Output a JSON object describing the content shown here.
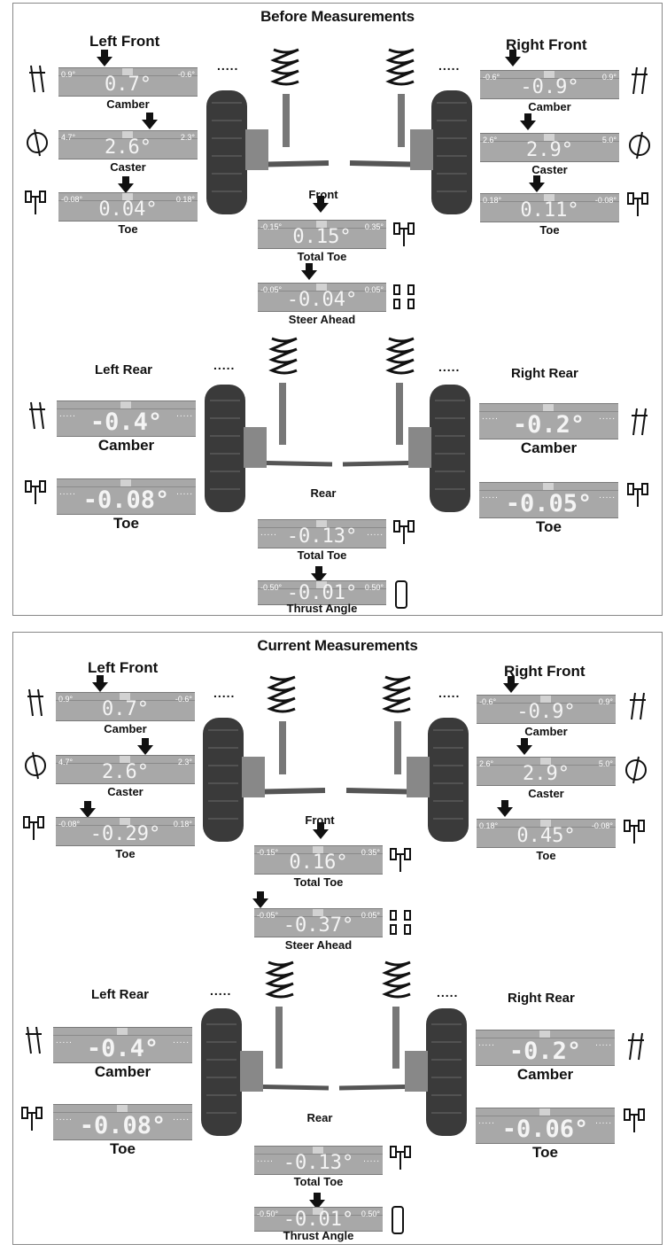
{
  "panels": {
    "before": {
      "title": "Before Measurements",
      "left_front": "Left Front",
      "right_front": "Right Front",
      "left_rear": "Left Rear",
      "right_rear": "Right Rear",
      "front_caption": "Front",
      "rear_caption": "Rear",
      "dots": ".....",
      "lf_camber": {
        "lo": "0.9°",
        "hi": "-0.6°",
        "value": "0.7°",
        "label": "Camber"
      },
      "lf_caster": {
        "lo": "4.7°",
        "hi": "2.3°",
        "value": "2.6°",
        "label": "Caster"
      },
      "lf_toe": {
        "lo": "-0.08°",
        "hi": "0.18°",
        "value": "0.04°",
        "label": "Toe"
      },
      "rf_camber": {
        "lo": "-0.6°",
        "hi": "0.9°",
        "value": "-0.9°",
        "label": "Camber"
      },
      "rf_caster": {
        "lo": "2.6°",
        "hi": "5.0°",
        "value": "2.9°",
        "label": "Caster"
      },
      "rf_toe": {
        "lo": "0.18°",
        "hi": "-0.08°",
        "value": "0.11°",
        "label": "Toe"
      },
      "total_toe_front": {
        "lo": "-0.15°",
        "hi": "0.35°",
        "value": "0.15°",
        "label": "Total Toe"
      },
      "steer_ahead": {
        "lo": "-0.05°",
        "hi": "0.05°",
        "value": "-0.04°",
        "label": "Steer Ahead"
      },
      "lr_camber": {
        "value": "-0.4°",
        "label": "Camber"
      },
      "lr_toe": {
        "value": "-0.08°",
        "label": "Toe"
      },
      "rr_camber": {
        "value": "-0.2°",
        "label": "Camber"
      },
      "rr_toe": {
        "value": "-0.05°",
        "label": "Toe"
      },
      "total_toe_rear": {
        "value": "-0.13°",
        "label": "Total Toe"
      },
      "thrust_angle": {
        "lo": "-0.50°",
        "hi": "0.50°",
        "value": "-0.01°",
        "label": "Thrust Angle"
      }
    },
    "current": {
      "title": "Current Measurements",
      "left_front": "Left Front",
      "right_front": "Right Front",
      "left_rear": "Left Rear",
      "right_rear": "Right Rear",
      "front_caption": "Front",
      "rear_caption": "Rear",
      "dots": ".....",
      "lf_camber": {
        "lo": "0.9°",
        "hi": "-0.6°",
        "value": "0.7°",
        "label": "Camber"
      },
      "lf_caster": {
        "lo": "4.7°",
        "hi": "2.3°",
        "value": "2.6°",
        "label": "Caster"
      },
      "lf_toe": {
        "lo": "-0.08°",
        "hi": "0.18°",
        "value": "-0.29°",
        "label": "Toe"
      },
      "rf_camber": {
        "lo": "-0.6°",
        "hi": "0.9°",
        "value": "-0.9°",
        "label": "Camber"
      },
      "rf_caster": {
        "lo": "2.6°",
        "hi": "5.0°",
        "value": "2.9°",
        "label": "Caster"
      },
      "rf_toe": {
        "lo": "0.18°",
        "hi": "-0.08°",
        "value": "0.45°",
        "label": "Toe"
      },
      "total_toe_front": {
        "lo": "-0.15°",
        "hi": "0.35°",
        "value": "0.16°",
        "label": "Total Toe"
      },
      "steer_ahead": {
        "lo": "-0.05°",
        "hi": "0.05°",
        "value": "-0.37°",
        "label": "Steer Ahead"
      },
      "lr_camber": {
        "value": "-0.4°",
        "label": "Camber"
      },
      "lr_toe": {
        "value": "-0.08°",
        "label": "Toe"
      },
      "rr_camber": {
        "value": "-0.2°",
        "label": "Camber"
      },
      "rr_toe": {
        "value": "-0.06°",
        "label": "Toe"
      },
      "total_toe_rear": {
        "value": "-0.13°",
        "label": "Total Toe"
      },
      "thrust_angle": {
        "lo": "-0.50°",
        "hi": "0.50°",
        "value": "-0.01°",
        "label": "Thrust Angle"
      }
    }
  },
  "colors": {
    "gauge": "#a8a8a8",
    "arrow": "#111111",
    "tire": "#3a3a3a"
  }
}
